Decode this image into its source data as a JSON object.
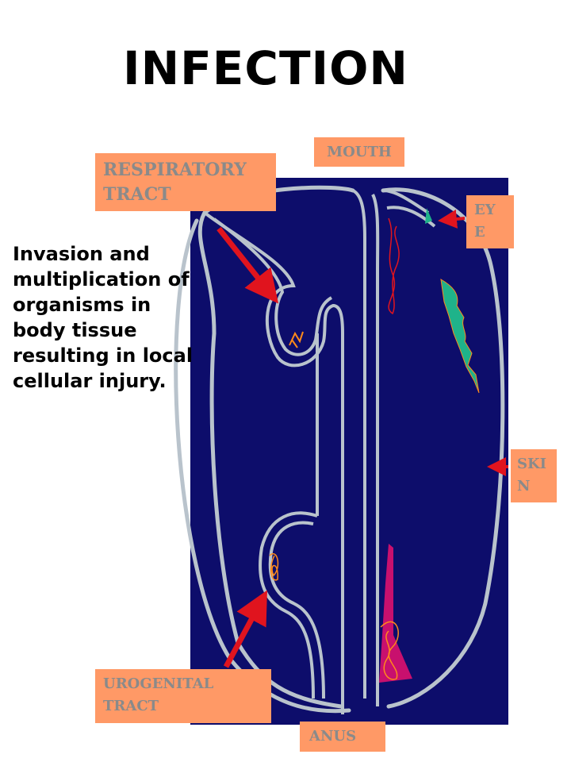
{
  "slide": {
    "title": "INFECTION",
    "definition": "Invasion and multiplication of organisms in body tissue resulting in local cellular injury."
  },
  "labels": {
    "respiratory": "RESPIRATORY TRACT",
    "mouth": "MOUTH",
    "eye": "EYE",
    "skin": "SKIN",
    "urogenital": "UROGENITAL TRACT",
    "anus": "ANUS"
  },
  "colors": {
    "background": "#ffffff",
    "panel": "#0d0d6b",
    "body_outline": "#b9c3cc",
    "label_fill": "#ff9966",
    "label_text": "#8a8a8a",
    "arrow": "#e0141e",
    "organism_teal": "#1fb38a",
    "organism_magenta": "#c8106e",
    "organism_orange": "#ff8a1a"
  }
}
